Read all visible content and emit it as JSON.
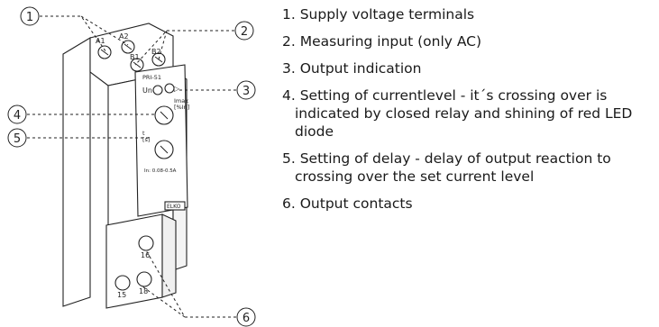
{
  "device": {
    "model": "PRI-51",
    "un_label": "Un",
    "output_symbol": "▷",
    "imax_label": "Imax",
    "imax_unit": "[%In]",
    "delay_label": "t",
    "delay_unit": "[s]",
    "range_label": "In: 0.08-0.5A",
    "brand": "ELKO",
    "terminals": {
      "a1": "A1",
      "a2": "A2",
      "b1": "B1",
      "b2": "B2",
      "t16_top": "16",
      "t15": "15",
      "t18": "18"
    }
  },
  "callouts": [
    "1",
    "2",
    "3",
    "4",
    "5",
    "6"
  ],
  "legend": [
    "1. Supply voltage terminals",
    "2. Measuring input (only AC)",
    "3. Output indication",
    "4. Setting of currentlevel - it´s crossing over is indicated by closed relay and shining of red LED diode",
    "5. Setting of delay - delay of output reaction to crossing over the set current level",
    "6. Output contacts"
  ]
}
